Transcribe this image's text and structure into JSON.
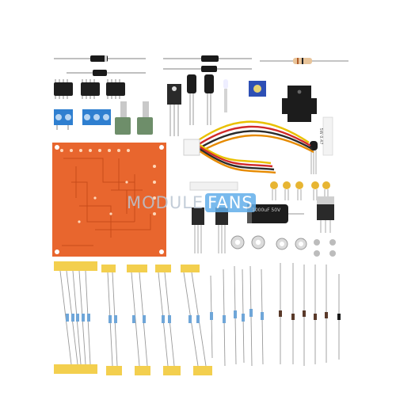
{
  "image": {
    "watermark": {
      "part1": "MODULE",
      "part2": "FANS"
    },
    "capacitor_label": "1000uF 50V",
    "colors": {
      "pcb": "#e8662e",
      "pcb_dark": "#c44a18",
      "terminal_blue": "#2f7fd0",
      "tape_yellow": "#f3cf4e",
      "heatsink": "#1c1c1c",
      "resistor_body": "#6fa6d8",
      "potentiometer_green": "#6e8e6a"
    }
  }
}
